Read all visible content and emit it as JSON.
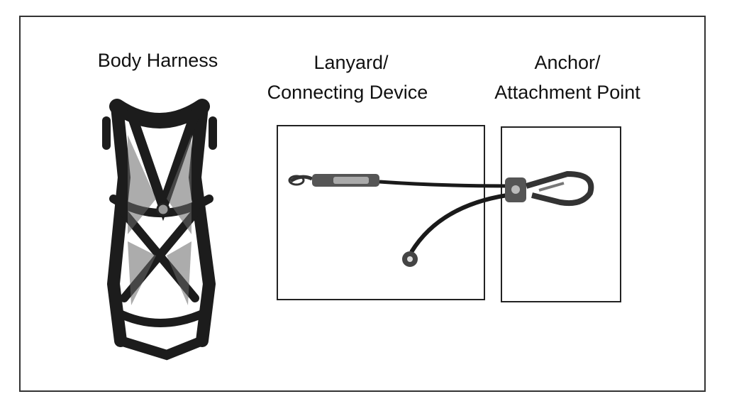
{
  "labels": {
    "harness": "Body Harness",
    "lanyard_line1": "Lanyard/",
    "lanyard_line2": "Connecting Device",
    "anchor_line1": "Anchor/",
    "anchor_line2": "Attachment Point"
  }
}
